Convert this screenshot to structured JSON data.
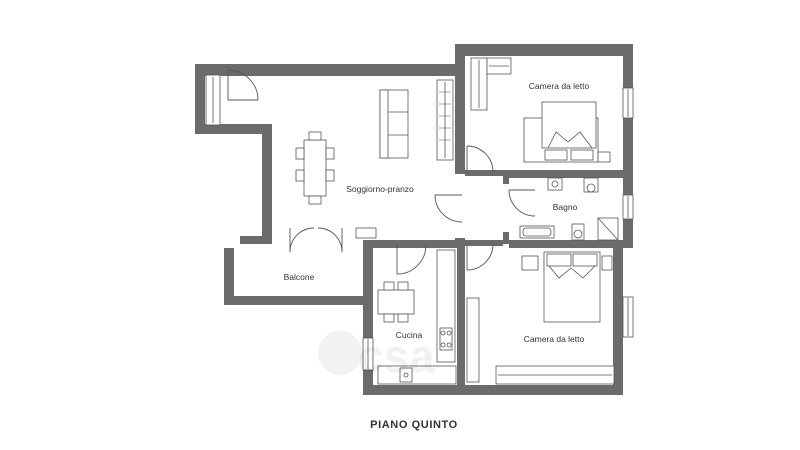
{
  "floor_title": "PIANO QUINTO",
  "rooms": {
    "living": "Soggiorno-pranzo",
    "bedroom_top": "Camera da letto",
    "bathroom": "Bagno",
    "balcony": "Balcone",
    "kitchen": "Cucina",
    "bedroom_bottom": "Camera da letto"
  },
  "watermark": "csa",
  "colors": {
    "wall": "#6b6b6b",
    "furniture_stroke": "#555555",
    "background": "#ffffff"
  }
}
